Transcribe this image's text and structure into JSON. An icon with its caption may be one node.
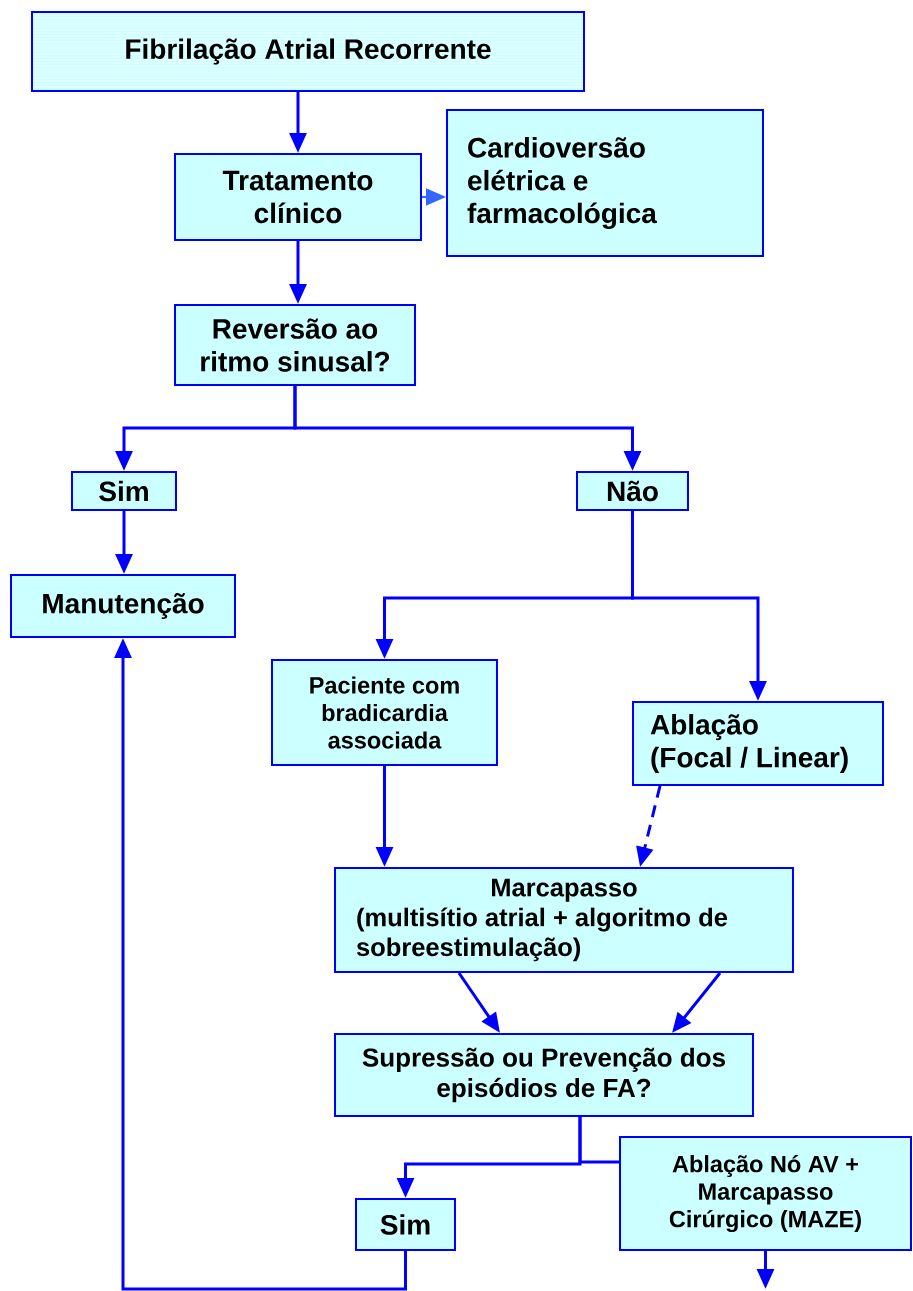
{
  "diagram": {
    "nodes": [
      {
        "text": [
          "Fibrilação Atrial Recorrente"
        ]
      },
      {
        "text": [
          "Tratamento clínico"
        ]
      },
      {
        "text": [
          "Cardioversão elétrica e farmacológica"
        ]
      },
      {
        "text": [
          "Reversão ao ritmo sinusal?"
        ]
      },
      {
        "text": [
          "Sim"
        ]
      },
      {
        "text": [
          "Manutenção"
        ]
      },
      {
        "text": [
          "Não"
        ]
      },
      {
        "text": [
          "Paciente com bradicardia associada"
        ]
      },
      {
        "text": [
          "Ablação",
          "(Focal / Linear)"
        ]
      },
      {
        "text": [
          "Marcapasso",
          "(multisítio atrial + algoritmo de sobreestimulação)"
        ]
      },
      {
        "text": [
          "Supressão ou Prevenção dos episódios de FA?"
        ]
      },
      {
        "text": [
          "Sim"
        ]
      },
      {
        "text": [
          "Ablação Nó AV + Marcapasso Cirúrgico (MAZE)"
        ]
      }
    ],
    "edges": [
      {
        "from": 0,
        "to": 1,
        "arrow": "to"
      },
      {
        "from": 1,
        "to": 2,
        "arrow": "to",
        "color": "#3366ff"
      },
      {
        "from": 1,
        "to": 3,
        "arrow": "to"
      },
      {
        "from": 3,
        "to": 4,
        "arrow": "to"
      },
      {
        "from": 3,
        "to": 6,
        "arrow": "to"
      },
      {
        "from": 4,
        "to": 5,
        "arrow": "to"
      },
      {
        "from": 6,
        "to": 7,
        "arrow": "to"
      },
      {
        "from": 6,
        "to": 8,
        "arrow": "to"
      },
      {
        "from": 7,
        "to": 9,
        "arrow": "to"
      },
      {
        "from": 8,
        "to": 9,
        "arrow": "to",
        "style": "dashed"
      },
      {
        "from": 9,
        "to": 10,
        "arrow": "to"
      },
      {
        "from": 9,
        "to": 10,
        "arrow": "to"
      },
      {
        "from": 10,
        "to": 11,
        "arrow": "to"
      },
      {
        "from": 10,
        "to": 12,
        "arrow": "none"
      },
      {
        "from": 12,
        "to": null,
        "arrow": "to"
      },
      {
        "from": 11,
        "to": 5,
        "arrow": "to"
      }
    ]
  }
}
